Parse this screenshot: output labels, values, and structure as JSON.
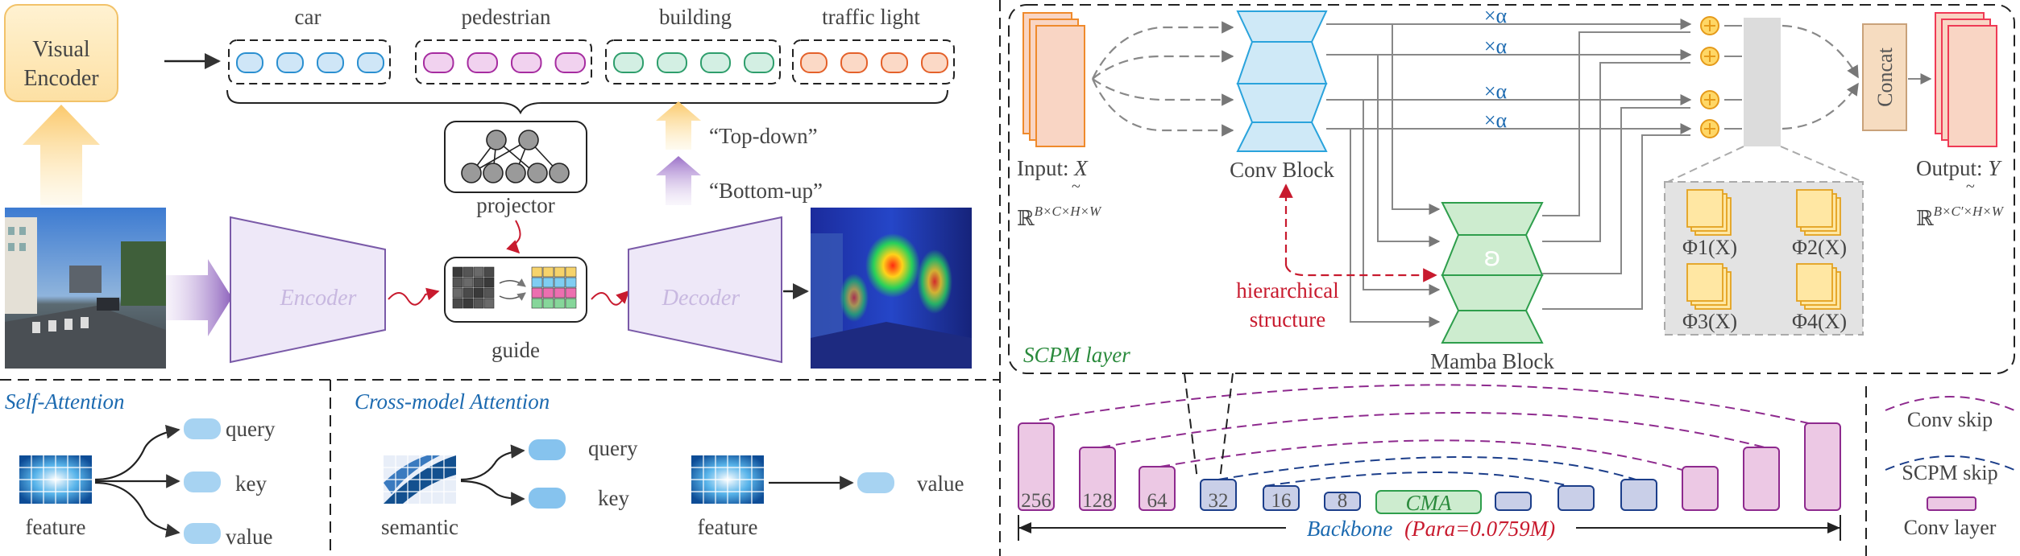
{
  "left": {
    "visual_encoder": [
      "Visual",
      "Encoder"
    ],
    "categories": [
      "car",
      "pedestrian",
      "building",
      "traffic light"
    ],
    "encoder": "Encoder",
    "decoder": "Decoder",
    "projector": "projector",
    "guide": "guide",
    "top_down": "“Top-down”",
    "bottom_up": "“Bottom-up”"
  },
  "attention": {
    "self_title": "Self-Attention",
    "self_outputs": [
      "query",
      "key",
      "value"
    ],
    "feature": "feature",
    "cross_title": "Cross-model Attention",
    "cross_outputs": [
      "query",
      "key"
    ],
    "semantic": "semantic",
    "feature2": "feature",
    "value": "value"
  },
  "scpm": {
    "input": "Input: X",
    "input_dim": "ℝ^{B×C×H×W}",
    "output": "Output: Y",
    "output_dim": "ℝ^{B×C′×H×W}",
    "conv_block": "Conv Block",
    "mamba_block": "Mamba Block",
    "concat": "Concat",
    "alpha": "×α",
    "hierarchical": [
      "hierarchical",
      "structure"
    ],
    "layer_label": "SCPM layer",
    "phis": [
      "Φ1(X)",
      "Φ2(X)",
      "Φ3(X)",
      "Φ4(X)"
    ]
  },
  "backbone": {
    "channels": [
      "256",
      "128",
      "64",
      "32",
      "16",
      "8"
    ],
    "cma": "CMA",
    "label": "Backbone",
    "para": "(Para=0.0759M)"
  },
  "legend": [
    "Conv skip",
    "SCPM skip",
    "Conv layer"
  ],
  "colors": {
    "encoder_fill": "#eee8f8",
    "encoder_stroke": "#7a5aa8",
    "conv_block": "#cfe9f7",
    "mamba_block": "#cdeccf",
    "input_feature": "#f9d5c4",
    "concat": "#f6dcc0",
    "conv_layer": "#ecc8e4",
    "scpm_layer": "#c9cfe8",
    "accent_red": "#c81a2e",
    "accent_blue": "#1c6ab0",
    "accent_green": "#2a8a3c"
  }
}
